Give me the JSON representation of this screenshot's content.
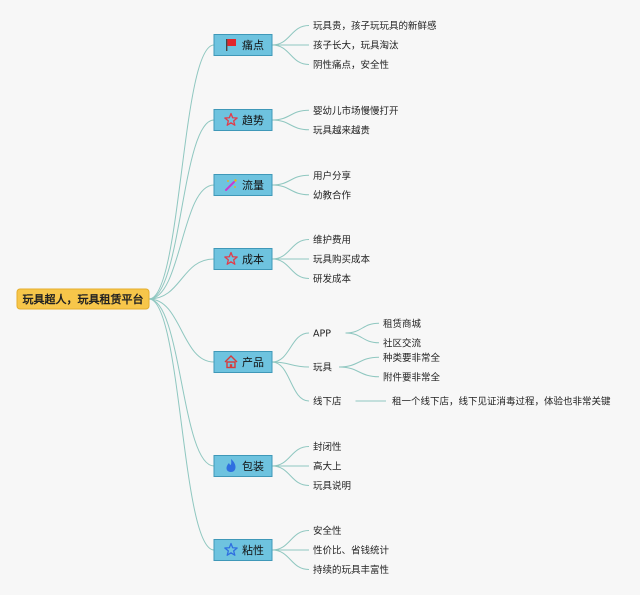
{
  "root": {
    "label": "玩具超人，玩具租赁平台"
  },
  "branches": [
    {
      "label": "痛点",
      "icon": "red-flag-icon",
      "iconColor": "#e0262b",
      "items": [
        {
          "label": "玩具贵，孩子玩玩具的新鲜感"
        },
        {
          "label": "孩子长大，玩具淘汰"
        },
        {
          "label": "阴性痛点，安全性"
        }
      ]
    },
    {
      "label": "趋势",
      "icon": "star-outline-icon",
      "iconColor": "#e23c4a",
      "items": [
        {
          "label": "婴幼儿市场慢慢打开"
        },
        {
          "label": "玩具越来越贵"
        }
      ]
    },
    {
      "label": "流量",
      "icon": "magic-wand-icon",
      "iconColor": "#c83ad0",
      "items": [
        {
          "label": "用户分享"
        },
        {
          "label": "幼教合作"
        }
      ]
    },
    {
      "label": "成本",
      "icon": "star-outline-icon",
      "iconColor": "#e23c4a",
      "items": [
        {
          "label": "维护费用"
        },
        {
          "label": "玩具购买成本"
        },
        {
          "label": "研发成本"
        }
      ]
    },
    {
      "label": "产品",
      "icon": "home-icon",
      "iconColor": "#d83a3a",
      "items": [
        {
          "label": "APP",
          "children": [
            {
              "label": "租赁商城"
            },
            {
              "label": "社区交流"
            }
          ]
        },
        {
          "label": "玩具",
          "children": [
            {
              "label": "种类要非常全"
            },
            {
              "label": "附件要非常全"
            }
          ]
        },
        {
          "label": "线下店",
          "children": [
            {
              "label": "租一个线下店，线下见证消毒过程，体验也非常关键"
            }
          ]
        }
      ]
    },
    {
      "label": "包装",
      "icon": "flame-icon",
      "iconColor": "#2f6fe0",
      "items": [
        {
          "label": "封闭性"
        },
        {
          "label": "高大上"
        },
        {
          "label": "玩具说明"
        }
      ]
    },
    {
      "label": "粘性",
      "icon": "star-outline-icon",
      "iconColor": "#2f6fe0",
      "items": [
        {
          "label": "安全性"
        },
        {
          "label": "性价比、省钱统计"
        },
        {
          "label": "持续的玩具丰富性"
        }
      ]
    }
  ]
}
